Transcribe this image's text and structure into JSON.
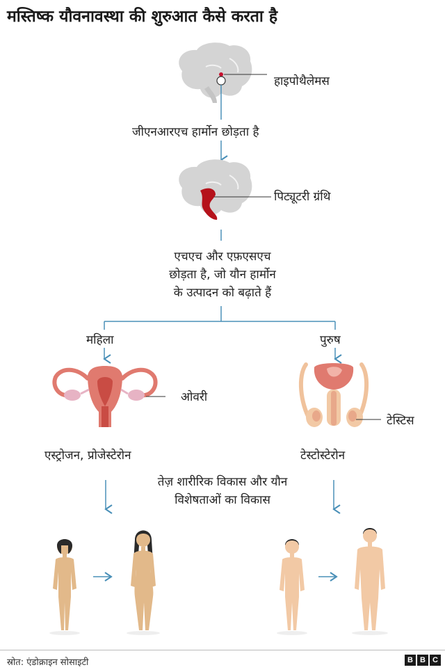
{
  "title": "मस्तिष्क यौवनावस्था की शुरुआत कैसे करता है",
  "hypothalamus_label": "हाइपोथैलेमस",
  "gnrh_label": "जीएनआरएच हार्मोन छोड़ता है",
  "pituitary_label": "पिट्यूटरी ग्रंथि",
  "lh_fsh_lines": [
    "एचएच और एफ़एसएच",
    "छोड़ता है, जो यौन हार्मोन",
    "के उत्पादन को बढ़ाते हैं"
  ],
  "female_label": "महिला",
  "male_label": "पुरुष",
  "ovary_label": "ओवरी",
  "testis_label": "टेस्टिस",
  "female_hormones": "एस्ट्रोजन, प्रोजेस्टेरोन",
  "male_hormones": "टेस्टोस्टेरोन",
  "effect_lines": [
    "तेज़ शारीरिक विकास और यौन",
    "विशेषताओं का विकास"
  ],
  "source": "स्रोत: एंडोक्राइन सोसाइटी",
  "brand": [
    "B",
    "B",
    "C"
  ],
  "colors": {
    "arrow": "#4a90b8",
    "brain": "#d4d4d4",
    "hypothalamus": "#c8102e",
    "pituitary": "#b5121b",
    "uterus": "#e07a6f",
    "uterus_dark": "#c94c44",
    "ovary": "#e7b3c4",
    "skin_female": "#e2b98a",
    "skin_male": "#f2c9a5",
    "hair": "#2a2a2a"
  },
  "icons": [
    "brain-icon",
    "female-reproductive-icon",
    "male-reproductive-icon",
    "girl-figure",
    "woman-figure",
    "boy-figure",
    "man-figure"
  ]
}
